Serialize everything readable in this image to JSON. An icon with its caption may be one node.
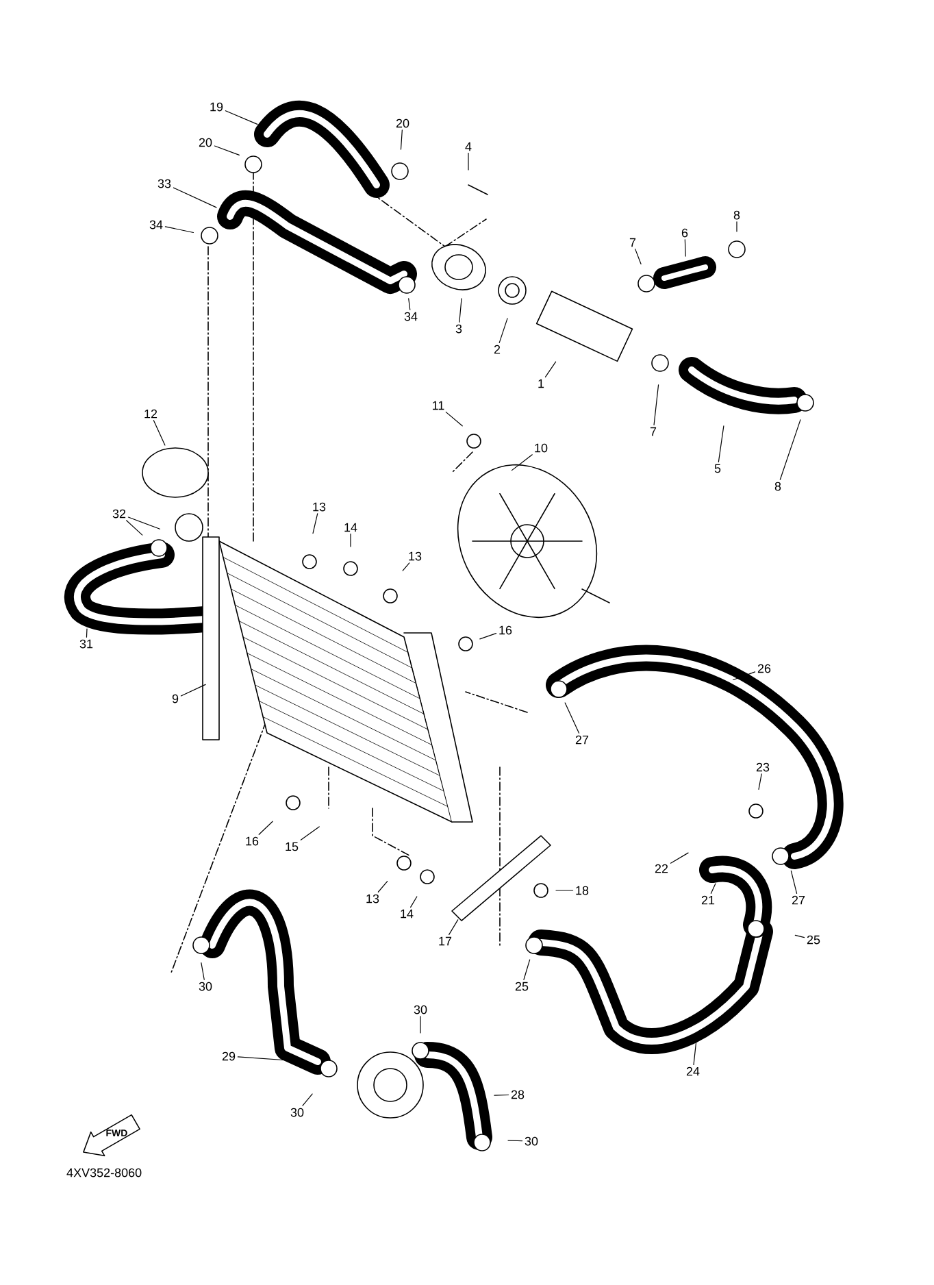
{
  "diagram": {
    "nodes": [
      {
        "text": [
          "19"
        ]
      },
      {
        "text": [
          "20"
        ]
      },
      {
        "text": [
          "20"
        ]
      },
      {
        "text": [
          "4"
        ]
      },
      {
        "text": [
          "33"
        ]
      },
      {
        "text": [
          "34"
        ]
      },
      {
        "text": [
          "34"
        ]
      },
      {
        "text": [
          "3"
        ]
      },
      {
        "text": [
          "2"
        ]
      },
      {
        "text": [
          "7"
        ]
      },
      {
        "text": [
          "6"
        ]
      },
      {
        "text": [
          "8"
        ]
      },
      {
        "text": [
          "1"
        ]
      },
      {
        "text": [
          "7"
        ]
      },
      {
        "text": [
          "5"
        ]
      },
      {
        "text": [
          "8"
        ]
      },
      {
        "text": [
          "11"
        ]
      },
      {
        "text": [
          "10"
        ]
      },
      {
        "text": [
          "12"
        ]
      },
      {
        "text": [
          "32"
        ]
      },
      {
        "text": [
          "13"
        ]
      },
      {
        "text": [
          "14"
        ]
      },
      {
        "text": [
          "13"
        ]
      },
      {
        "text": [
          "31"
        ]
      },
      {
        "text": [
          "9"
        ]
      },
      {
        "text": [
          "16"
        ]
      },
      {
        "text": [
          "26"
        ]
      },
      {
        "text": [
          "27"
        ]
      },
      {
        "text": [
          "23"
        ]
      },
      {
        "text": [
          "22"
        ]
      },
      {
        "text": [
          "21"
        ]
      },
      {
        "text": [
          "27"
        ]
      },
      {
        "text": [
          "25"
        ]
      },
      {
        "text": [
          "16"
        ]
      },
      {
        "text": [
          "15"
        ]
      },
      {
        "text": [
          "13"
        ]
      },
      {
        "text": [
          "14"
        ]
      },
      {
        "text": [
          "18"
        ]
      },
      {
        "text": [
          "17"
        ]
      },
      {
        "text": [
          "25"
        ]
      },
      {
        "text": [
          "30"
        ]
      },
      {
        "text": [
          "24"
        ]
      },
      {
        "text": [
          "30"
        ]
      },
      {
        "text": [
          "29"
        ]
      },
      {
        "text": [
          "28"
        ]
      },
      {
        "text": [
          "30"
        ]
      },
      {
        "text": [
          "30"
        ]
      }
    ],
    "edges": [
      {
        "from": 0,
        "to": null,
        "arrow": "none"
      },
      {
        "from": 1,
        "to": null,
        "arrow": "none"
      },
      {
        "from": 2,
        "to": null,
        "arrow": "none"
      },
      {
        "from": 3,
        "to": null,
        "arrow": "none"
      },
      {
        "from": 4,
        "to": null,
        "arrow": "none"
      },
      {
        "from": 5,
        "to": null,
        "arrow": "none"
      },
      {
        "from": 6,
        "to": null,
        "arrow": "none"
      },
      {
        "from": 7,
        "to": null,
        "arrow": "none"
      },
      {
        "from": 8,
        "to": null,
        "arrow": "none"
      },
      {
        "from": 9,
        "to": null,
        "arrow": "none"
      },
      {
        "from": 10,
        "to": null,
        "arrow": "none"
      },
      {
        "from": 11,
        "to": null,
        "arrow": "none"
      },
      {
        "from": 12,
        "to": null,
        "arrow": "none"
      },
      {
        "from": 13,
        "to": null,
        "arrow": "none"
      },
      {
        "from": 14,
        "to": null,
        "arrow": "none"
      },
      {
        "from": 15,
        "to": null,
        "arrow": "none"
      },
      {
        "from": 16,
        "to": null,
        "arrow": "none"
      },
      {
        "from": 17,
        "to": null,
        "arrow": "none"
      },
      {
        "from": 18,
        "to": null,
        "arrow": "none"
      },
      {
        "from": 19,
        "to": null,
        "arrow": "none"
      },
      {
        "from": 19,
        "to": null,
        "arrow": "none"
      },
      {
        "from": 20,
        "to": null,
        "arrow": "none"
      },
      {
        "from": 21,
        "to": null,
        "arrow": "none"
      },
      {
        "from": 22,
        "to": null,
        "arrow": "none"
      },
      {
        "from": 23,
        "to": null,
        "arrow": "none"
      },
      {
        "from": 24,
        "to": null,
        "arrow": "none"
      },
      {
        "from": 25,
        "to": null,
        "arrow": "none"
      },
      {
        "from": 26,
        "to": null,
        "arrow": "none"
      },
      {
        "from": 27,
        "to": null,
        "arrow": "none"
      },
      {
        "from": 28,
        "to": null,
        "arrow": "none"
      },
      {
        "from": 29,
        "to": null,
        "arrow": "none"
      },
      {
        "from": 30,
        "to": null,
        "arrow": "none"
      },
      {
        "from": 31,
        "to": null,
        "arrow": "none"
      },
      {
        "from": 32,
        "to": null,
        "arrow": "none"
      },
      {
        "from": 33,
        "to": null,
        "arrow": "none"
      },
      {
        "from": 34,
        "to": null,
        "arrow": "none"
      },
      {
        "from": 35,
        "to": null,
        "arrow": "none"
      },
      {
        "from": 36,
        "to": null,
        "arrow": "none"
      },
      {
        "from": 37,
        "to": null,
        "arrow": "none"
      },
      {
        "from": 38,
        "to": null,
        "arrow": "none"
      },
      {
        "from": 39,
        "to": null,
        "arrow": "none"
      },
      {
        "from": 40,
        "to": null,
        "arrow": "none"
      },
      {
        "from": 41,
        "to": null,
        "arrow": "none"
      },
      {
        "from": 42,
        "to": null,
        "arrow": "none"
      },
      {
        "from": 43,
        "to": null,
        "arrow": "none"
      },
      {
        "from": 44,
        "to": null,
        "arrow": "none"
      },
      {
        "from": 45,
        "to": null,
        "arrow": "none"
      },
      {
        "from": 46,
        "to": null,
        "arrow": "none"
      }
    ],
    "labels": [
      "FWD",
      "4XV352-8060"
    ]
  }
}
